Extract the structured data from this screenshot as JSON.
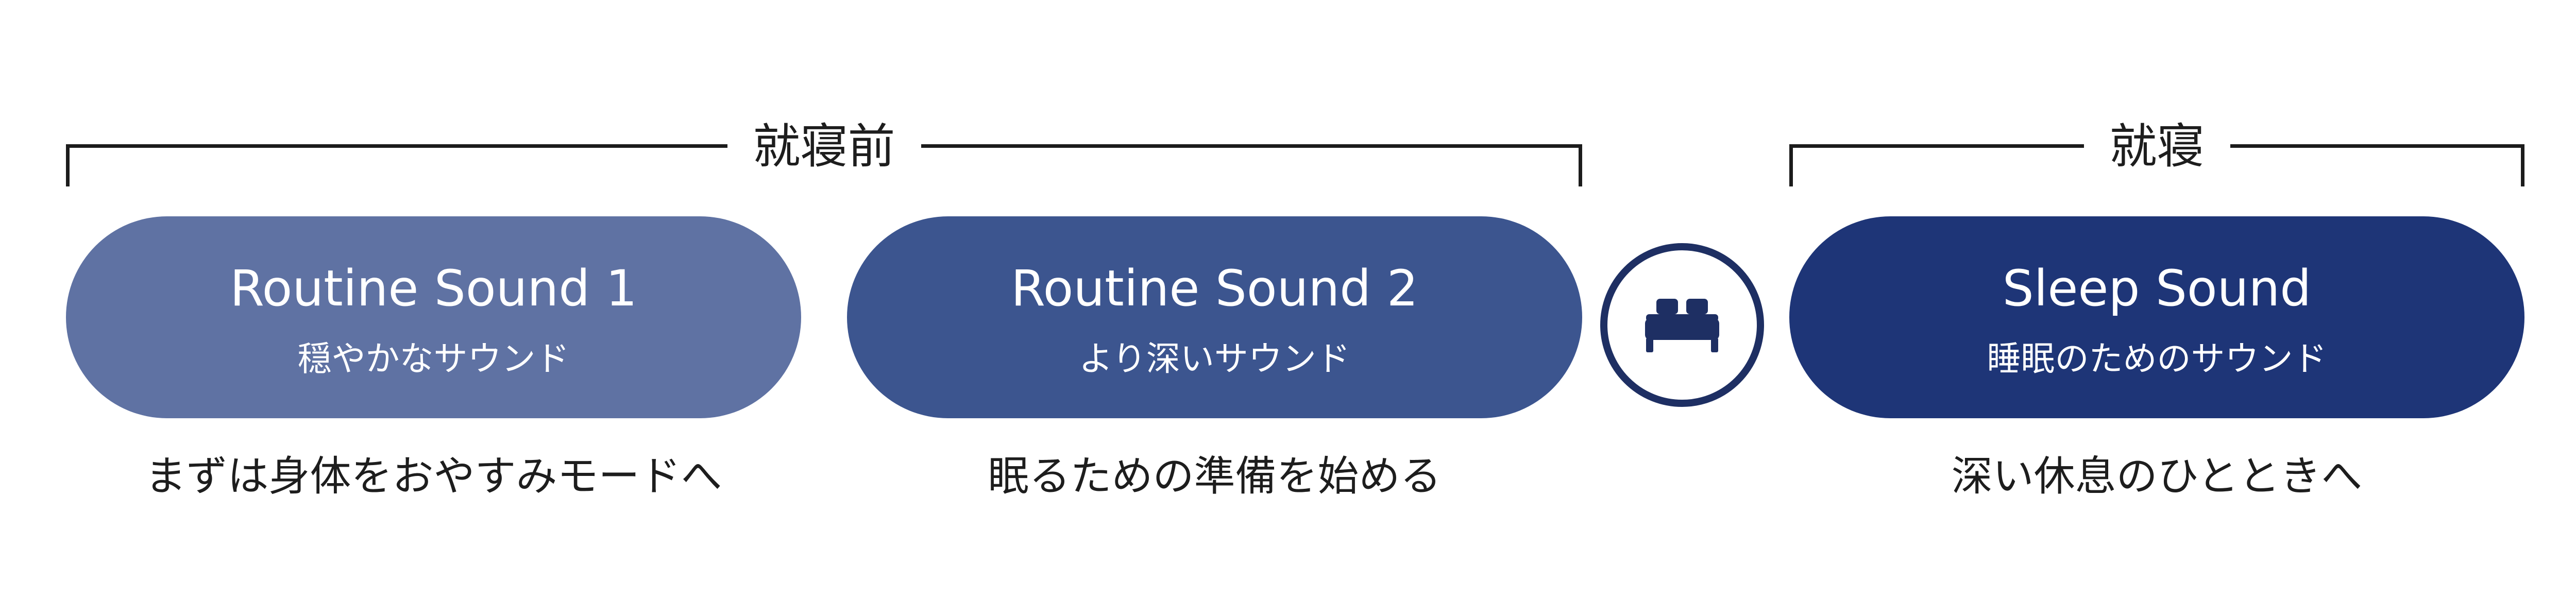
{
  "phases": {
    "before_sleep": {
      "label": "就寝前"
    },
    "sleep": {
      "label": "就寝"
    }
  },
  "steps": [
    {
      "title": "Routine Sound 1",
      "subtitle": "穏やかなサウンド",
      "caption": "まずは身体をおやすみモードへ",
      "color": "#5f72a3"
    },
    {
      "title": "Routine Sound 2",
      "subtitle": "より深いサウンド",
      "caption": "眠るための準備を始める",
      "color": "#3c558f"
    },
    {
      "title": "Sleep Sound",
      "subtitle": "睡眠のためのサウンド",
      "caption": "深い休息のひとときへ",
      "color": "#1e3577"
    }
  ],
  "icons": {
    "transition": "bed-icon",
    "transition_color": "#1e2f63"
  }
}
